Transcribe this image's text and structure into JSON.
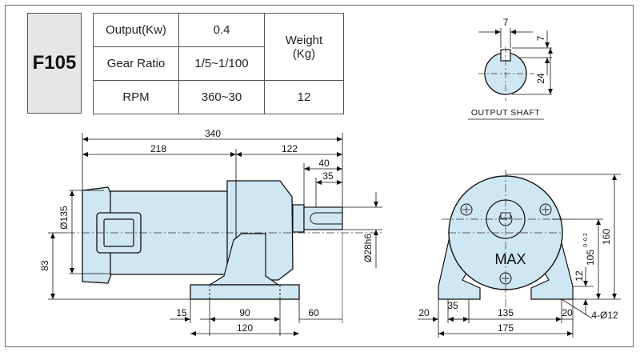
{
  "model": "F105",
  "spec": {
    "output_label": "Output(Kw)",
    "output_value": "0.4",
    "gear_label": "Gear Ratio",
    "gear_value": "1/5~1/100",
    "rpm_label": "RPM",
    "rpm_value": "360~30",
    "weight_label_line1": "Weight",
    "weight_label_line2": "(Kg)",
    "weight_value": "12"
  },
  "shaft": {
    "title": "OUTPUT SHAFT",
    "key_width": "7",
    "key_depth": "7",
    "height": "24"
  },
  "side_view": {
    "overall_length": "340",
    "motor_length": "218",
    "gear_length": "122",
    "shaft_len_40": "40",
    "shaft_len_35": "35",
    "motor_dia": "Ø135",
    "shaft_dia": "Ø28h6",
    "center_height": "83",
    "base_15": "15",
    "base_90": "90",
    "base_60": "60",
    "base_120": "120"
  },
  "front_view": {
    "max_label": "MAX",
    "height_160": "160",
    "height_105": "105",
    "tol_105": "0 -0.2",
    "base_thk": "12",
    "left_20": "20",
    "span_35": "35",
    "span_135": "135",
    "right_20": "20",
    "holes": "4-Ø12",
    "width_175": "175"
  },
  "colors": {
    "body_fill": "#cfe6f3",
    "line": "#1a1a1a",
    "model_bg": "#e6e6e6"
  }
}
